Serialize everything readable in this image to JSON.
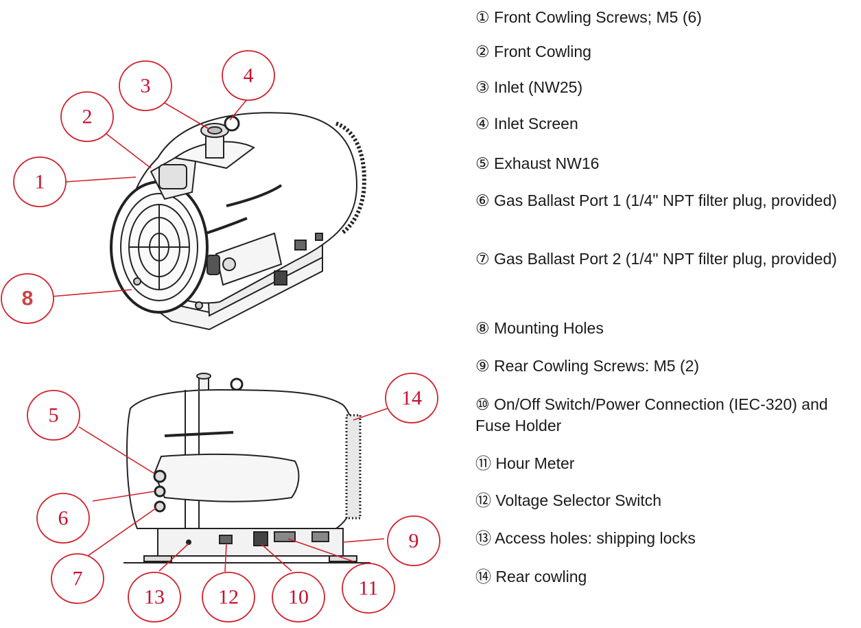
{
  "colors": {
    "callout": "#d0202a",
    "line": "#222222",
    "text": "#1a1a1a"
  },
  "callouts": [
    "1",
    "2",
    "3",
    "4",
    "5",
    "6",
    "7",
    "8",
    "9",
    "10",
    "11",
    "12",
    "13",
    "14"
  ],
  "legend": [
    {
      "num": "①",
      "text": "Front Cowling Screws; M5 (6)"
    },
    {
      "num": "②",
      "text": "Front Cowling"
    },
    {
      "num": "③",
      "text": "Inlet (NW25)"
    },
    {
      "num": "④",
      "text": "Inlet Screen"
    },
    {
      "num": "⑤",
      "text": "Exhaust NW16"
    },
    {
      "num": "⑥",
      "text": "Gas Ballast Port 1 (1/4\" NPT filter plug, provided)"
    },
    {
      "num": "⑦",
      "text": "Gas Ballast Port 2 (1/4\" NPT filter plug, provided)"
    },
    {
      "num": "⑧",
      "text": "Mounting Holes"
    },
    {
      "num": "⑨",
      "text": "Rear Cowling Screws: M5 (2)"
    },
    {
      "num": "⑩",
      "text": "On/Off Switch/Power Connection (IEC-320) and Fuse Holder"
    },
    {
      "num": "⑪",
      "text": "Hour Meter"
    },
    {
      "num": "⑫",
      "text": "Voltage Selector Switch"
    },
    {
      "num": "⑬",
      "text": "Access holes: shipping locks"
    },
    {
      "num": "⑭",
      "text": "Rear cowling"
    }
  ]
}
